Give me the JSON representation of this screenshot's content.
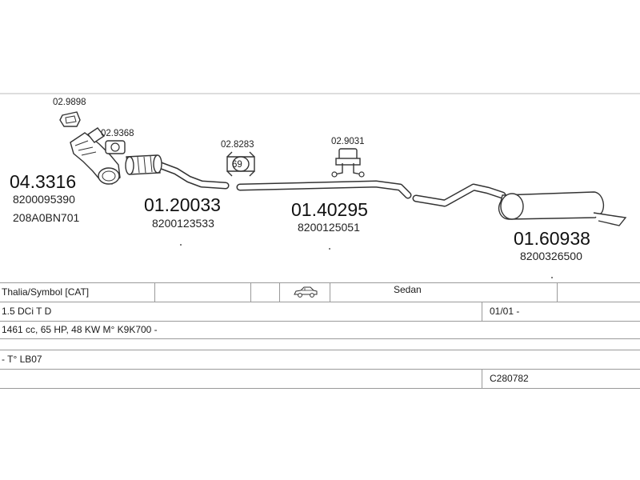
{
  "parts": {
    "cat": {
      "ref": "04.3316",
      "oe1": "8200095390",
      "oe2": "208A0BN701"
    },
    "gasket_top": {
      "ref": "02.9898"
    },
    "gasket_side": {
      "ref": "02.9368"
    },
    "front_pipe": {
      "ref": "01.20033",
      "oe": "8200123533"
    },
    "clamp1": {
      "ref": "02.8283"
    },
    "clamp_label": "69",
    "middle_pipe": {
      "ref": "01.40295",
      "oe": "8200125051"
    },
    "bracket": {
      "ref": "02.9031"
    },
    "rear_silencer": {
      "ref": "01.60938",
      "oe": "8200326500"
    }
  },
  "specs": {
    "model": "Thalia/Symbol   [CAT]",
    "body": "Sedan",
    "engine": "1.5 DCi T D",
    "date": "01/01 -",
    "details": "1461 cc, 65 HP, 48 KW M° K9K700 -",
    "type": "- T° LB07",
    "code": "C280782"
  },
  "icons": {
    "car": "sedan-car-icon"
  }
}
